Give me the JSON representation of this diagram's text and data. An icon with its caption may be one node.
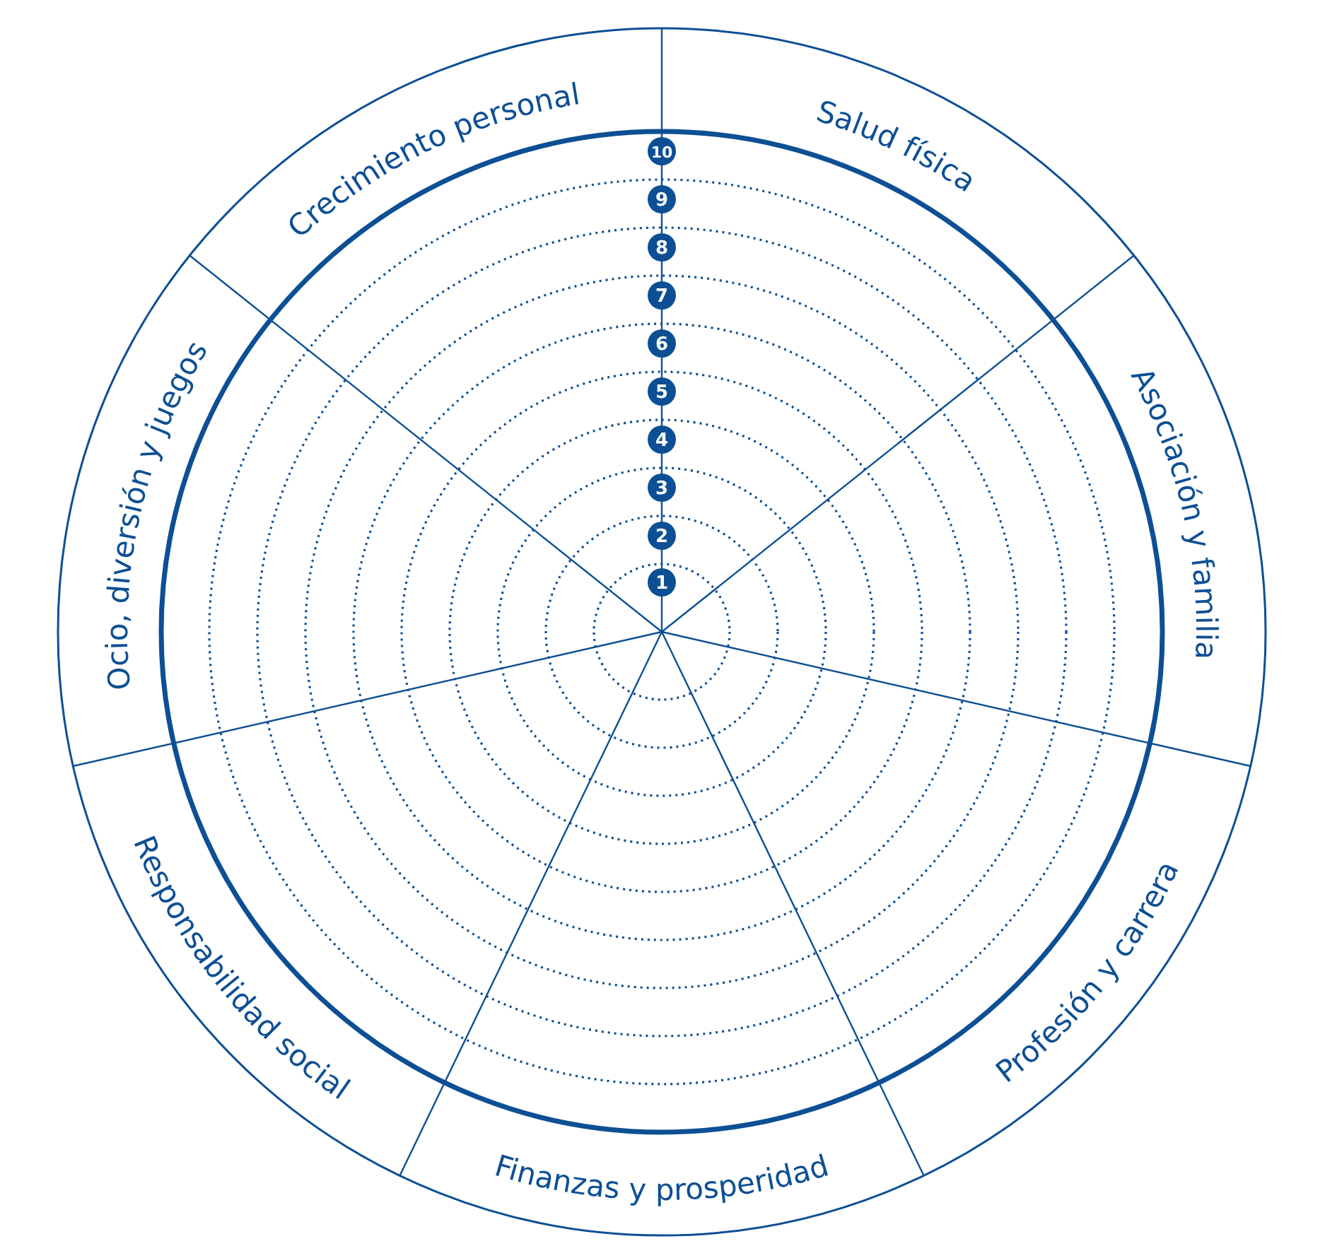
{
  "diagram": {
    "nodes": [
      {
        "text": [
          "Crecimiento personal"
        ]
      },
      {
        "text": [
          "Salud física"
        ]
      },
      {
        "text": [
          "Asociación y familia"
        ]
      },
      {
        "text": [
          "Profesión y carrera"
        ]
      },
      {
        "text": [
          "Finanzas y prosperidad"
        ]
      },
      {
        "text": [
          "Responsabilidad social"
        ]
      },
      {
        "text": [
          "Ocio, diversión y juegos"
        ]
      },
      {
        "text": [
          "10"
        ]
      },
      {
        "text": [
          "9"
        ]
      },
      {
        "text": [
          "8"
        ]
      },
      {
        "text": [
          "7"
        ]
      },
      {
        "text": [
          "6"
        ]
      },
      {
        "text": [
          "5"
        ]
      },
      {
        "text": [
          "4"
        ]
      },
      {
        "text": [
          "3"
        ]
      },
      {
        "text": [
          "2"
        ]
      },
      {
        "text": [
          "1"
        ]
      }
    ],
    "edges": []
  }
}
